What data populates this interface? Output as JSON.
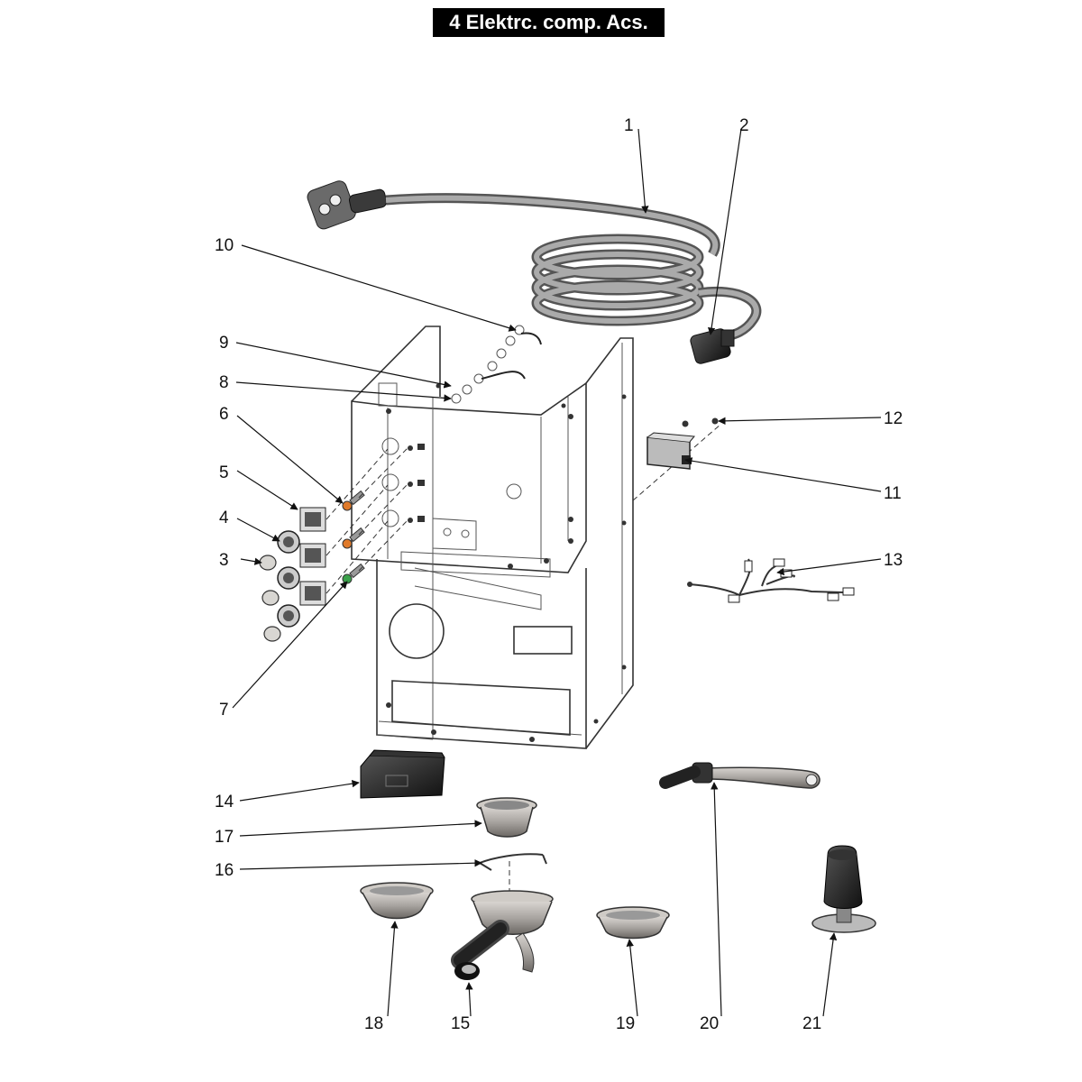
{
  "title": "4 Elektrc. comp. Acs.",
  "callouts": [
    "1",
    "2",
    "3",
    "4",
    "5",
    "6",
    "7",
    "8",
    "9",
    "10",
    "11",
    "12",
    "13",
    "14",
    "15",
    "16",
    "17",
    "18",
    "19",
    "20",
    "21"
  ],
  "colors": {
    "title_bg": "#000000",
    "title_text": "#ffffff",
    "indicator_orange": "#e07a2a",
    "indicator_green": "#3aa04a",
    "cable_grey": "#8a8a8a"
  },
  "icons": [
    "power-plug-icon",
    "cable-gland-icon",
    "switch-icon",
    "indicator-light-icon",
    "pcb-icon",
    "wiring-harness-icon",
    "display-icon",
    "portafilter-icon",
    "filter-basket-icon",
    "steam-lever-icon",
    "tamper-icon"
  ]
}
